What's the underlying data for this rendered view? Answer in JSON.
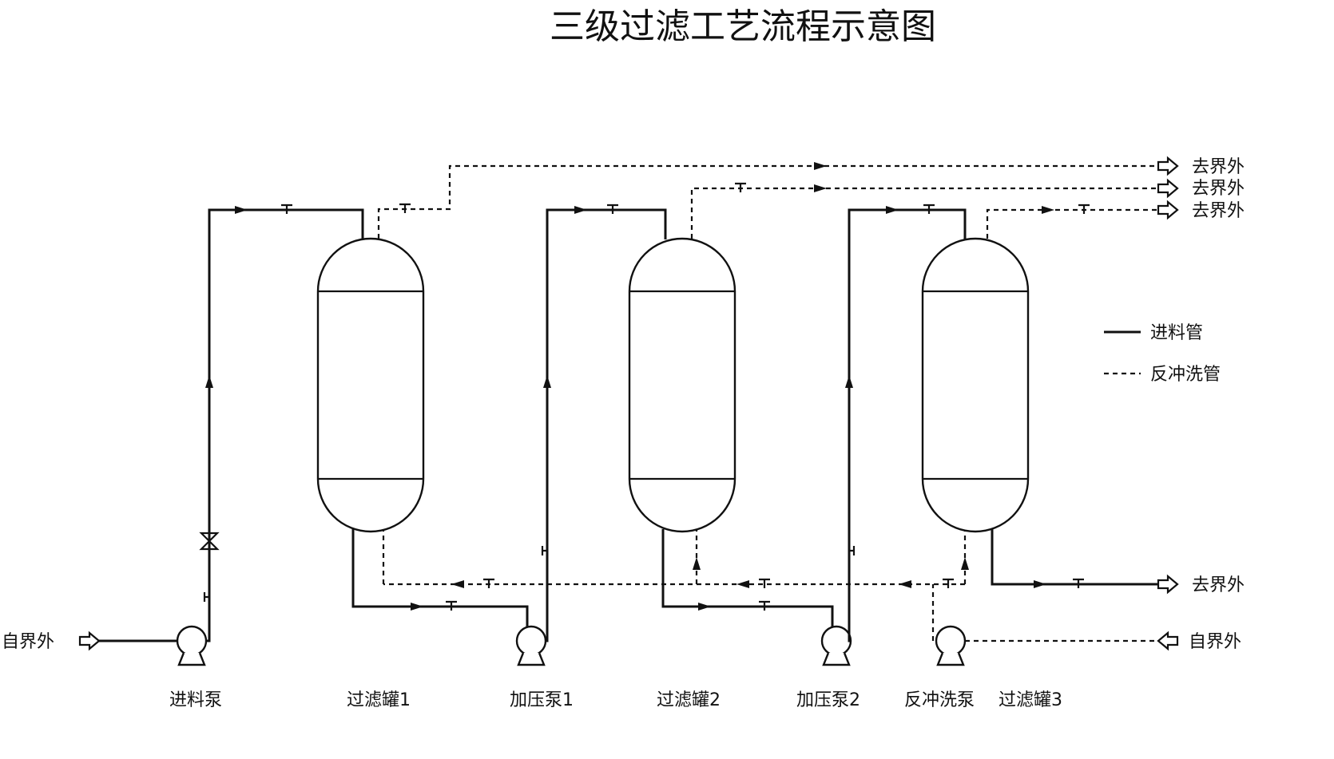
{
  "title": "三级过滤工艺流程示意图",
  "legend": {
    "feed_pipe": "进料管",
    "backwash_pipe": "反冲洗管"
  },
  "labels": {
    "from_outside": "自界外",
    "to_outside": "去界外"
  },
  "equipment": {
    "feed_pump": "进料泵",
    "filter_tank_1": "过滤罐1",
    "booster_pump_1": "加压泵1",
    "filter_tank_2": "过滤罐2",
    "booster_pump_2": "加压泵2",
    "backwash_pump": "反冲洗泵",
    "filter_tank_3": "过滤罐3"
  }
}
